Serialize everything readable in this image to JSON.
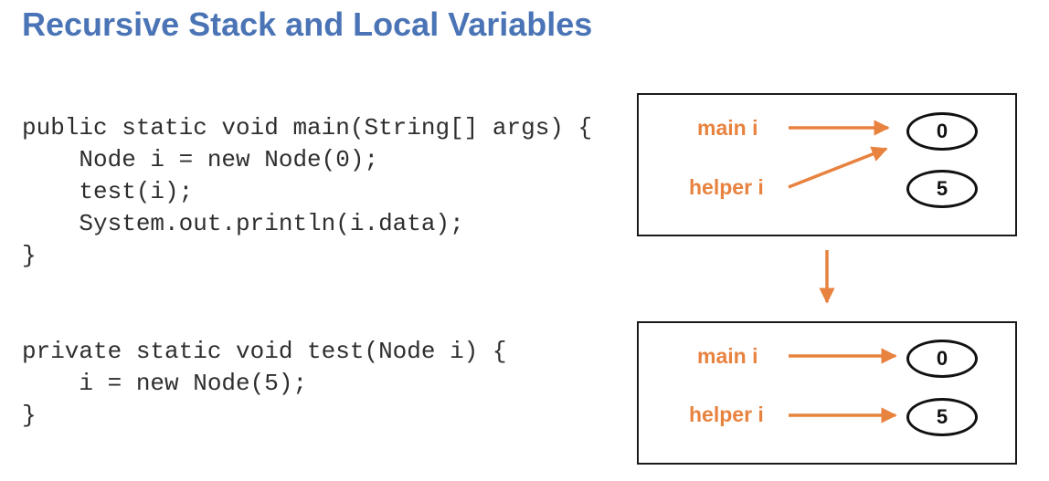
{
  "title": "Recursive Stack and Local Variables",
  "code": {
    "main_method": [
      "public static void main(String[] args) {",
      "    Node i = new Node(0);",
      "    test(i);",
      "    System.out.println(i.data);",
      "}"
    ],
    "test_method": [
      "private static void test(Node i) {",
      "    i = new Node(5);",
      "}"
    ]
  },
  "diagram": {
    "before": {
      "main_label": "main i",
      "helper_label": "helper i",
      "node_values": [
        "0",
        "5"
      ],
      "main_points_to": "0",
      "helper_points_to": "0"
    },
    "after": {
      "main_label": "main i",
      "helper_label": "helper i",
      "node_values": [
        "0",
        "5"
      ],
      "main_points_to": "0",
      "helper_points_to": "5"
    }
  },
  "colors": {
    "title": "#4a74b5",
    "label": "#e8823f",
    "arrow": "#e8823f",
    "code": "#2e2e2e"
  }
}
